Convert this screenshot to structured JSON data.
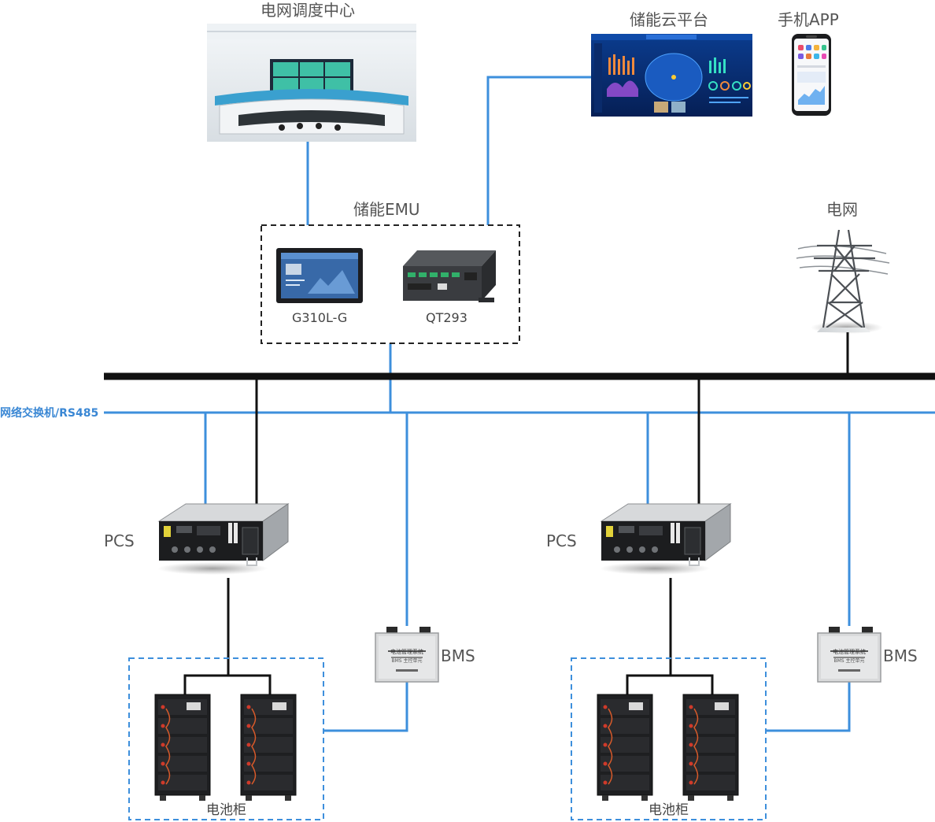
{
  "labels": {
    "dispatch_center": "电网调度中心",
    "cloud_platform": "储能云平台",
    "mobile_app": "手机APP",
    "emu": "储能EMU",
    "grid": "电网",
    "device_g310": "G310L-G",
    "device_qt293": "QT293",
    "network_bus": "网络交换机/RS485",
    "pcs_left": "PCS",
    "pcs_right": "PCS",
    "bms_left": "BMS",
    "bms_right": "BMS",
    "battery_left": "电池柜",
    "battery_right": "电池柜",
    "bms_box_text": "电池管理系统",
    "bms_box_sub": "BMS 主控单元"
  },
  "colors": {
    "comm_line": "#3d8fdc",
    "power_line": "#111111",
    "emu_border": "#222222",
    "battery_border": "#3d8fdc",
    "label": "#555555"
  },
  "icons": {
    "dispatch": "control-room-photo",
    "cloud": "dashboard-screen",
    "app": "smartphone-icon",
    "grid": "transmission-tower-icon",
    "g310": "touch-panel-icon",
    "qt293": "gateway-box-icon",
    "pcs": "pcs-rack-icon",
    "bms": "bms-box-icon",
    "battery": "battery-rack-icon"
  }
}
